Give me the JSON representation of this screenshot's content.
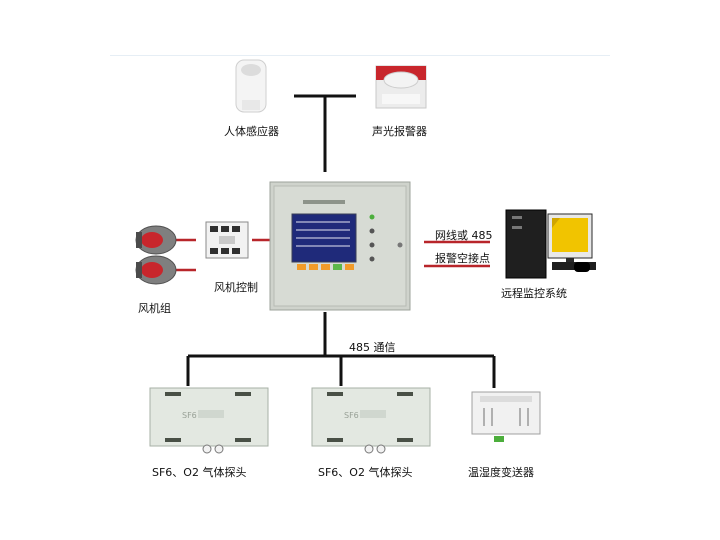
{
  "labels": {
    "human_sensor": "人体感应器",
    "alarm": "声光报警器",
    "fan_control": "风机控制",
    "fan_group": "风机组",
    "network": "网线或 485",
    "alarm_contact": "报警空接点",
    "remote": "远程监控系统",
    "comm485": "485 通信",
    "probe1": "SF6、O2 气体探头",
    "probe2": "SF6、O2 气体探头",
    "humidity": "温湿度变送器"
  },
  "colors": {
    "line_dark": "#111111",
    "line_red": "#b8252a",
    "panel": "#cfd3cc",
    "screen": "#1f2a7a",
    "probe_body": "#e3e8e1"
  }
}
